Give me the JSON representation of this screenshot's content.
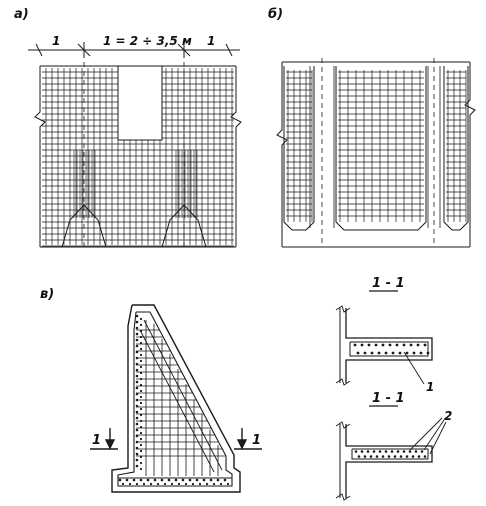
{
  "panels": {
    "a": {
      "label": "а)"
    },
    "b": {
      "label": "б)"
    },
    "v": {
      "label": "в)"
    }
  },
  "dimensions": {
    "left": "1",
    "center": "1 = 2 ÷ 3,5 м",
    "right": "1"
  },
  "sections": {
    "top_title": "1 - 1",
    "bottom_title": "1 - 1",
    "callout_1": "1",
    "callout_2": "2"
  },
  "cut_marks": {
    "left": "1",
    "right": "1"
  },
  "colors": {
    "ink": "#1a1a1a",
    "background": "#ffffff"
  }
}
